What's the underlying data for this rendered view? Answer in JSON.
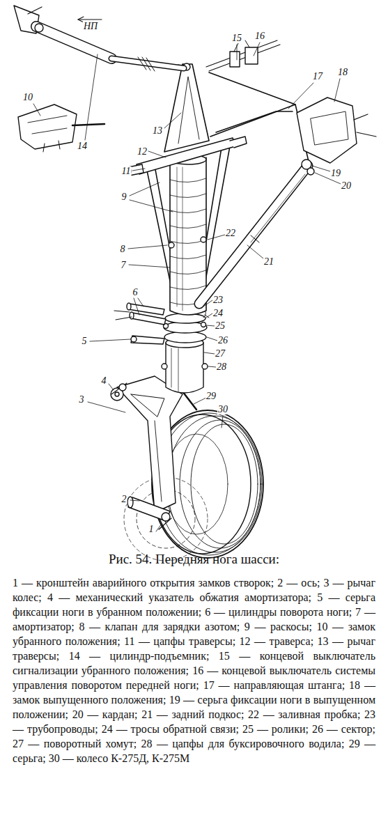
{
  "diagram": {
    "title": "Рис. 54. Передняя нога шасси:",
    "caption": "1 — кронштейн аварийного открытия замков створок; 2 — ось; 3 — рычаг колес; 4 — механический указатель обжатия амортизатора; 5 — серьга фиксации ноги в убранном положении; 6 — цилиндры поворота ноги; 7 — амортизатор; 8 — клапан для зарядки азотом; 9 — раскосы; 10 — замок убранного положения; 11 — цапфы траверсы; 12 — траверса; 13 — рычаг траверсы; 14 — цилиндр-подъемник; 15 — концевой выключатель сигнализации убранного положения; 16 — концевой выключатель системы управления поворотом передней ноги; 17 — направляющая штанга; 18 — замок выпущенного положения; 19 — серьга фиксации ноги в выпущенном положении; 20 — кардан; 21 — задний подкос; 22 — заливная пробка; 23 — трубопроводы; 24 — тросы обратной связи; 25 — ролики; 26 — сектор; 27 — поворотный хомут; 28 — цапфы для буксировочного водила; 29 — серьга; 30 — колесо К-275Д, К-275М",
    "labels": [
      "НП",
      "15",
      "16",
      "17",
      "18",
      "10",
      "13",
      "14",
      "12",
      "11",
      "19",
      "20",
      "9",
      "22",
      "8",
      "21",
      "7",
      "6",
      "23",
      "24",
      "25",
      "5",
      "26",
      "27",
      "28",
      "4",
      "29",
      "3",
      "30",
      "2",
      "1"
    ]
  }
}
